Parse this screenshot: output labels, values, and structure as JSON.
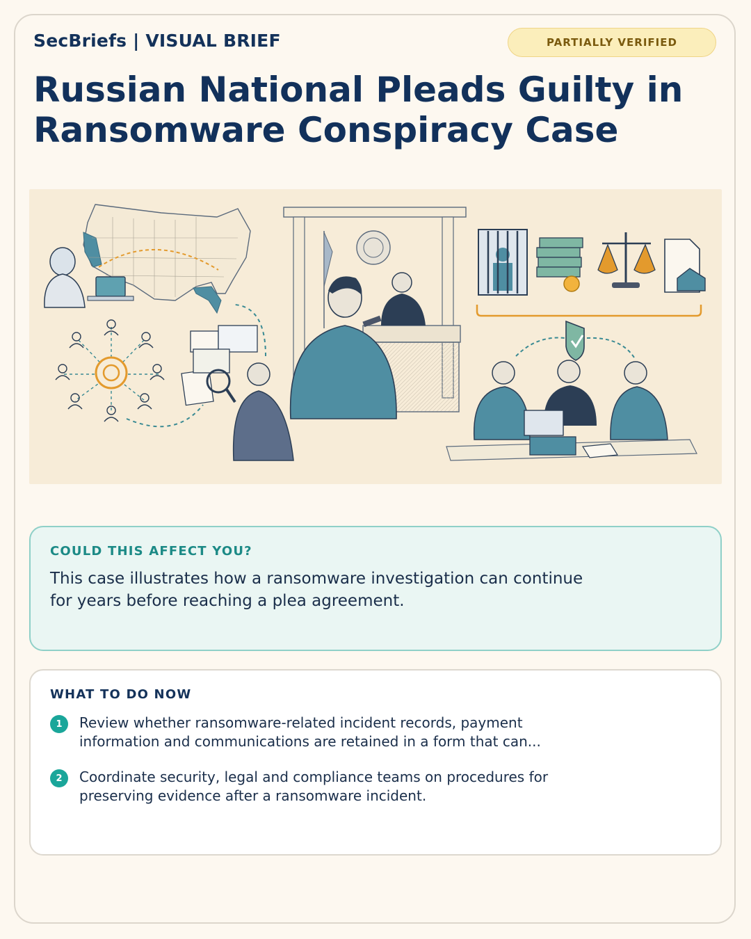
{
  "header": {
    "brand": "SecBriefs | VISUAL BRIEF",
    "badge": "PARTIALLY VERIFIED",
    "title": "Russian National Pleads Guilty in Ransomware Conspiracy Case"
  },
  "illustration": {
    "scenes": [
      "us-map-hacker",
      "investigation-network",
      "courtroom-defendant",
      "penalties",
      "legal-team-meeting"
    ],
    "colors": {
      "accent_orange": "#e39a2d",
      "accent_teal": "#3a8a93",
      "ink": "#2c3e55",
      "background": "#f7ecd8"
    }
  },
  "affect": {
    "heading": "COULD THIS AFFECT YOU?",
    "text": "This case illustrates how a ransomware investigation can continue for years before reaching a plea agreement."
  },
  "todo": {
    "heading": "WHAT TO DO NOW",
    "steps": [
      {
        "num": "1",
        "text": "Review whether ransomware-related incident records, payment information and communications are retained in a form that can..."
      },
      {
        "num": "2",
        "text": "Coordinate security, legal and compliance teams on procedures for preserving evidence after a ransomware incident."
      }
    ]
  },
  "colors": {
    "page_bg": "#fdf8f0",
    "title": "#12315b",
    "badge_bg": "#fbeebb",
    "affect_bg": "#eaf6f3",
    "affect_border": "#8fd0c8",
    "step_badge": "#1aa69a"
  }
}
